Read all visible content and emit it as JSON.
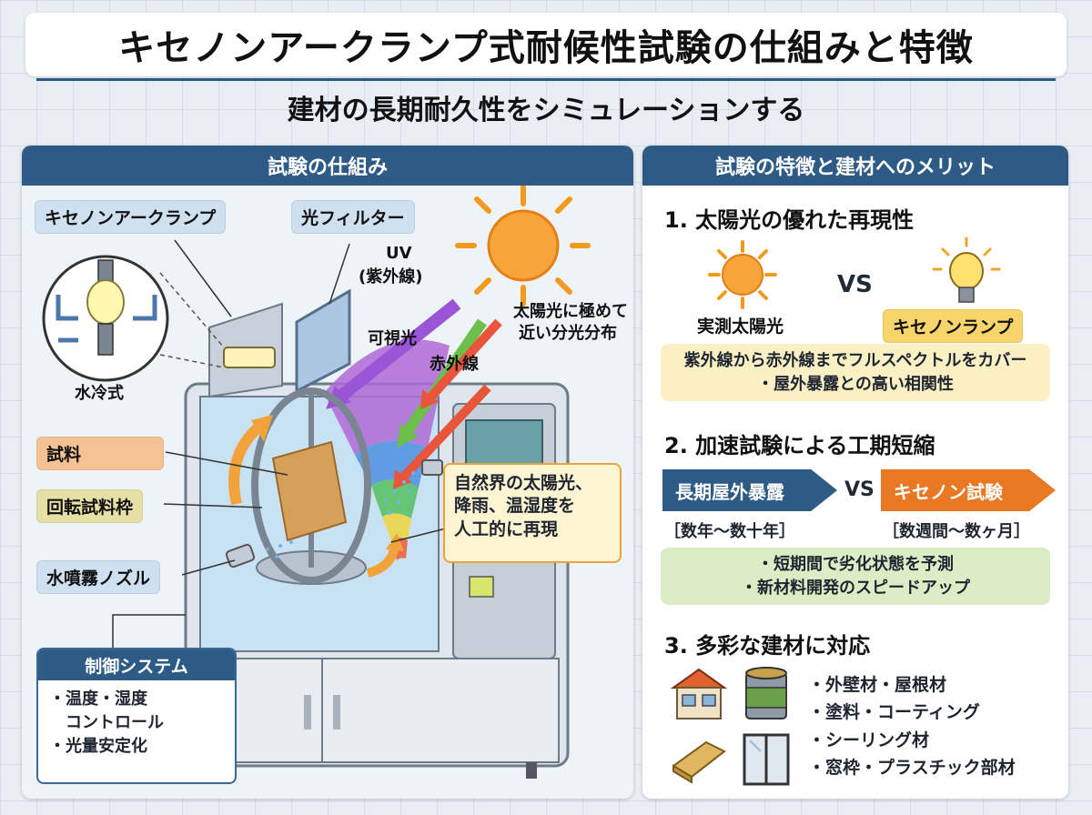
{
  "title": "キセノンアークランプ式耐候性試験の仕組みと特徴",
  "subtitle": "建材の長期耐久性をシミュレーションする",
  "left_panel": {
    "heading": "試験の仕組み",
    "labels": {
      "lamp": "キセノンアークランプ",
      "filter": "光フィルター",
      "water_cooled": "水冷式",
      "sample": "試料",
      "rotating_frame": "回転試料枠",
      "nozzle": "水噴霧ノズル",
      "uv_line1": "UV",
      "uv_line2": "(紫外線)",
      "visible": "可視光",
      "infrared": "赤外線",
      "spectrum_line1": "太陽光に極めて",
      "spectrum_line2": "近い分光分布"
    },
    "callout": {
      "line1": "自然界の太陽光、",
      "line2": "降雨、温湿度を",
      "line3": "人工的に再現"
    },
    "control_system": {
      "heading": "制御システム",
      "items": [
        "・温度・湿度",
        "　コントロール",
        "・光量安定化"
      ]
    }
  },
  "right_panel": {
    "heading": "試験の特徴と建材へのメリット",
    "section1": {
      "title": "1. 太陽光の優れた再現性",
      "left_caption": "実測太陽光",
      "vs": "VS",
      "right_caption": "キセノンランプ",
      "note_line1": "紫外線から赤外線までフルスペクトルをカバー",
      "note_line2": "・屋外暴露との高い相関性"
    },
    "section2": {
      "title": "2. 加速試験による工期短縮",
      "left_tag": "長期屋外暴露",
      "vs": "VS",
      "right_tag": "キセノン試験",
      "left_period": "［数年〜数十年］",
      "right_period": "［数週間〜数ヶ月］",
      "note_line1": "・短期間で劣化状態を予測",
      "note_line2": "・新材料開発のスピードアップ"
    },
    "section3": {
      "title": "3. 多彩な建材に対応",
      "materials": [
        "・外壁材・屋根材",
        "・塗料・コーティング",
        "・シーリング材",
        "・窓枠・プラスチック部材"
      ]
    }
  },
  "colors": {
    "header_blue": "#2e5b86",
    "accent_orange": "#e87824",
    "callout_border": "#e8a53c"
  }
}
